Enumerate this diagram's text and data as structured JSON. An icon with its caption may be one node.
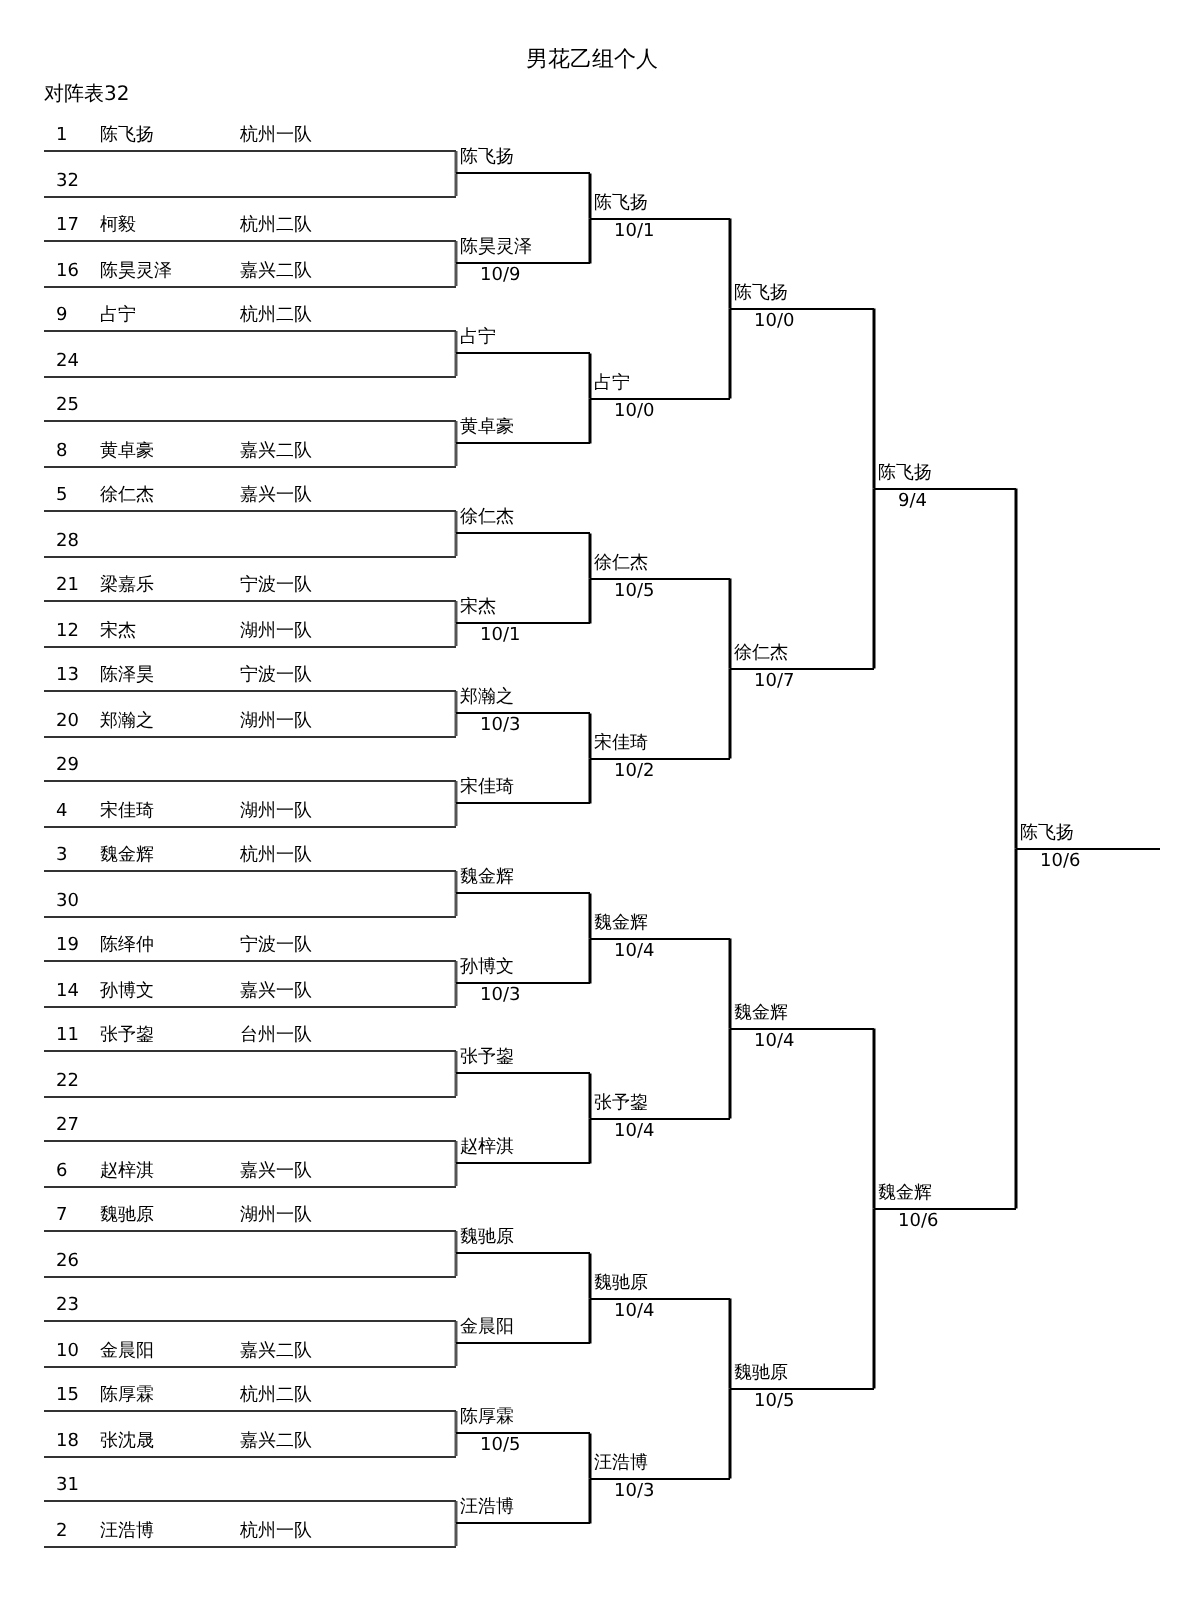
{
  "diagram": {
    "title": "男花乙组个人",
    "nodes": [
      {
        "text": [
          "1",
          "陈飞扬",
          "杭州一队"
        ]
      },
      {
        "text": [
          "32"
        ]
      },
      {
        "text": [
          "17",
          "柯毅",
          "杭州二队"
        ]
      },
      {
        "text": [
          "16",
          "陈昊灵泽",
          "嘉兴二队"
        ]
      },
      {
        "text": [
          "9",
          "占宁",
          "杭州二队"
        ]
      },
      {
        "text": [
          "24"
        ]
      },
      {
        "text": [
          "25"
        ]
      },
      {
        "text": [
          "8",
          "黄卓豪",
          "嘉兴二队"
        ]
      },
      {
        "text": [
          "5",
          "徐仁杰",
          "嘉兴一队"
        ]
      },
      {
        "text": [
          "28"
        ]
      },
      {
        "text": [
          "21",
          "梁嘉乐",
          "宁波一队"
        ]
      },
      {
        "text": [
          "12",
          "宋杰",
          "湖州一队"
        ]
      },
      {
        "text": [
          "13",
          "陈泽昊",
          "宁波一队"
        ]
      },
      {
        "text": [
          "20",
          "郑瀚之",
          "湖州一队"
        ]
      },
      {
        "text": [
          "29"
        ]
      },
      {
        "text": [
          "4",
          "宋佳琦",
          "湖州一队"
        ]
      },
      {
        "text": [
          "3",
          "魏金辉",
          "杭州一队"
        ]
      },
      {
        "text": [
          "30"
        ]
      },
      {
        "text": [
          "19",
          "陈绎仲",
          "宁波一队"
        ]
      },
      {
        "text": [
          "14",
          "孙博文",
          "嘉兴一队"
        ]
      },
      {
        "text": [
          "11",
          "张予鋆",
          "台州一队"
        ]
      },
      {
        "text": [
          "22"
        ]
      },
      {
        "text": [
          "27"
        ]
      },
      {
        "text": [
          "6",
          "赵梓淇",
          "嘉兴一队"
        ]
      },
      {
        "text": [
          "7",
          "魏驰原",
          "湖州一队"
        ]
      },
      {
        "text": [
          "26"
        ]
      },
      {
        "text": [
          "23"
        ]
      },
      {
        "text": [
          "10",
          "金晨阳",
          "嘉兴二队"
        ]
      },
      {
        "text": [
          "15",
          "陈厚霖",
          "杭州二队"
        ]
      },
      {
        "text": [
          "18",
          "张沈晟",
          "嘉兴二队"
        ]
      },
      {
        "text": [
          "31"
        ]
      },
      {
        "text": [
          "2",
          "汪浩博",
          "杭州一队"
        ]
      },
      {
        "text": [
          "陈飞扬"
        ]
      },
      {
        "text": [
          "陈昊灵泽",
          "10/9"
        ]
      },
      {
        "text": [
          "占宁"
        ]
      },
      {
        "text": [
          "黄卓豪"
        ]
      },
      {
        "text": [
          "徐仁杰"
        ]
      },
      {
        "text": [
          "宋杰",
          "10/1"
        ]
      },
      {
        "text": [
          "郑瀚之",
          "10/3"
        ]
      },
      {
        "text": [
          "宋佳琦"
        ]
      },
      {
        "text": [
          "魏金辉"
        ]
      },
      {
        "text": [
          "孙博文",
          "10/3"
        ]
      },
      {
        "text": [
          "张予鋆"
        ]
      },
      {
        "text": [
          "赵梓淇"
        ]
      },
      {
        "text": [
          "魏驰原"
        ]
      },
      {
        "text": [
          "金晨阳"
        ]
      },
      {
        "text": [
          "陈厚霖",
          "10/5"
        ]
      },
      {
        "text": [
          "汪浩博"
        ]
      },
      {
        "text": [
          "陈飞扬",
          "10/1"
        ]
      },
      {
        "text": [
          "占宁",
          "10/0"
        ]
      },
      {
        "text": [
          "徐仁杰",
          "10/5"
        ]
      },
      {
        "text": [
          "宋佳琦",
          "10/2"
        ]
      },
      {
        "text": [
          "魏金辉",
          "10/4"
        ]
      },
      {
        "text": [
          "张予鋆",
          "10/4"
        ]
      },
      {
        "text": [
          "魏驰原",
          "10/4"
        ]
      },
      {
        "text": [
          "汪浩博",
          "10/3"
        ]
      },
      {
        "text": [
          "陈飞扬",
          "10/0"
        ]
      },
      {
        "text": [
          "徐仁杰",
          "10/7"
        ]
      },
      {
        "text": [
          "魏金辉",
          "10/4"
        ]
      },
      {
        "text": [
          "魏驰原",
          "10/5"
        ]
      },
      {
        "text": [
          "陈飞扬",
          "9/4"
        ]
      },
      {
        "text": [
          "魏金辉",
          "10/6"
        ]
      },
      {
        "text": [
          "陈飞扬",
          "10/6"
        ]
      }
    ],
    "edges": [
      {
        "from": 0,
        "to": 32,
        "arrow": "none"
      },
      {
        "from": 1,
        "to": 32,
        "arrow": "none"
      },
      {
        "from": 2,
        "to": 33,
        "arrow": "none"
      },
      {
        "from": 3,
        "to": 33,
        "arrow": "none"
      },
      {
        "from": 4,
        "to": 34,
        "arrow": "none"
      },
      {
        "from": 5,
        "to": 34,
        "arrow": "none"
      },
      {
        "from": 6,
        "to": 35,
        "arrow": "none"
      },
      {
        "from": 7,
        "to": 35,
        "arrow": "none"
      },
      {
        "from": 8,
        "to": 36,
        "arrow": "none"
      },
      {
        "from": 9,
        "to": 36,
        "arrow": "none"
      },
      {
        "from": 10,
        "to": 37,
        "arrow": "none"
      },
      {
        "from": 11,
        "to": 37,
        "arrow": "none"
      },
      {
        "from": 12,
        "to": 38,
        "arrow": "none"
      },
      {
        "from": 13,
        "to": 38,
        "arrow": "none"
      },
      {
        "from": 14,
        "to": 39,
        "arrow": "none"
      },
      {
        "from": 15,
        "to": 39,
        "arrow": "none"
      },
      {
        "from": 16,
        "to": 40,
        "arrow": "none"
      },
      {
        "from": 17,
        "to": 40,
        "arrow": "none"
      },
      {
        "from": 18,
        "to": 41,
        "arrow": "none"
      },
      {
        "from": 19,
        "to": 41,
        "arrow": "none"
      },
      {
        "from": 20,
        "to": 42,
        "arrow": "none"
      },
      {
        "from": 21,
        "to": 42,
        "arrow": "none"
      },
      {
        "from": 22,
        "to": 43,
        "arrow": "none"
      },
      {
        "from": 23,
        "to": 43,
        "arrow": "none"
      },
      {
        "from": 24,
        "to": 44,
        "arrow": "none"
      },
      {
        "from": 25,
        "to": 44,
        "arrow": "none"
      },
      {
        "from": 26,
        "to": 45,
        "arrow": "none"
      },
      {
        "from": 27,
        "to": 45,
        "arrow": "none"
      },
      {
        "from": 28,
        "to": 46,
        "arrow": "none"
      },
      {
        "from": 29,
        "to": 46,
        "arrow": "none"
      },
      {
        "from": 30,
        "to": 47,
        "arrow": "none"
      },
      {
        "from": 31,
        "to": 47,
        "arrow": "none"
      },
      {
        "from": 32,
        "to": 48,
        "arrow": "none"
      },
      {
        "from": 33,
        "to": 48,
        "arrow": "none"
      },
      {
        "from": 34,
        "to": 49,
        "arrow": "none"
      },
      {
        "from": 35,
        "to": 49,
        "arrow": "none"
      },
      {
        "from": 36,
        "to": 50,
        "arrow": "none"
      },
      {
        "from": 37,
        "to": 50,
        "arrow": "none"
      },
      {
        "from": 38,
        "to": 51,
        "arrow": "none"
      },
      {
        "from": 39,
        "to": 51,
        "arrow": "none"
      },
      {
        "from": 40,
        "to": 52,
        "arrow": "none"
      },
      {
        "from": 41,
        "to": 52,
        "arrow": "none"
      },
      {
        "from": 42,
        "to": 53,
        "arrow": "none"
      },
      {
        "from": 43,
        "to": 53,
        "arrow": "none"
      },
      {
        "from": 44,
        "to": 54,
        "arrow": "none"
      },
      {
        "from": 45,
        "to": 54,
        "arrow": "none"
      },
      {
        "from": 46,
        "to": 55,
        "arrow": "none"
      },
      {
        "from": 47,
        "to": 55,
        "arrow": "none"
      },
      {
        "from": 48,
        "to": 56,
        "arrow": "none"
      },
      {
        "from": 49,
        "to": 56,
        "arrow": "none"
      },
      {
        "from": 50,
        "to": 57,
        "arrow": "none"
      },
      {
        "from": 51,
        "to": 57,
        "arrow": "none"
      },
      {
        "from": 52,
        "to": 58,
        "arrow": "none"
      },
      {
        "from": 53,
        "to": 58,
        "arrow": "none"
      },
      {
        "from": 54,
        "to": 59,
        "arrow": "none"
      },
      {
        "from": 55,
        "to": 59,
        "arrow": "none"
      },
      {
        "from": 56,
        "to": 60,
        "arrow": "none"
      },
      {
        "from": 57,
        "to": 60,
        "arrow": "none"
      },
      {
        "from": 58,
        "to": 61,
        "arrow": "none"
      },
      {
        "from": 59,
        "to": 61,
        "arrow": "none"
      },
      {
        "from": 60,
        "to": 62,
        "arrow": "none"
      },
      {
        "from": 61,
        "to": 62,
        "arrow": "none"
      }
    ],
    "labels": [
      "对阵表32"
    ]
  }
}
